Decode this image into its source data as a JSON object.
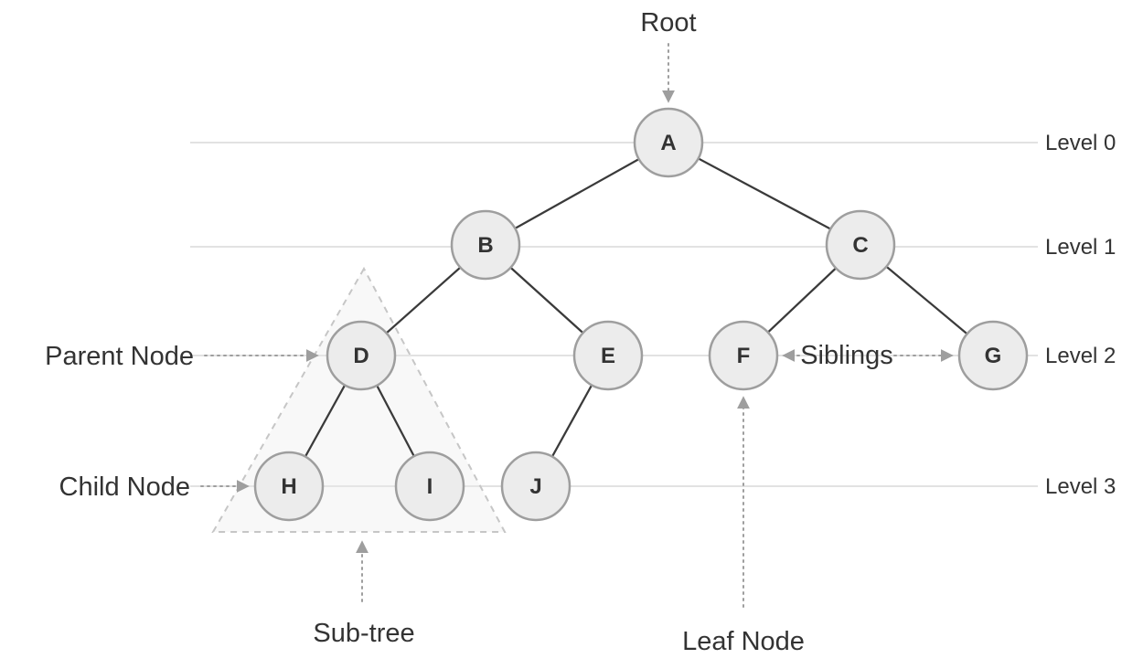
{
  "diagram": {
    "type": "binary-tree",
    "annotations": {
      "root": "Root",
      "parent_node": "Parent Node",
      "child_node": "Child Node",
      "sub_tree": "Sub-tree",
      "leaf_node": "Leaf Node",
      "siblings": "Siblings"
    },
    "levels": {
      "l0": "Level 0",
      "l1": "Level 1",
      "l2": "Level 2",
      "l3": "Level 3"
    },
    "nodes": {
      "A": "A",
      "B": "B",
      "C": "C",
      "D": "D",
      "E": "E",
      "F": "F",
      "G": "G",
      "H": "H",
      "I": "I",
      "J": "J"
    },
    "edges": [
      "A-B",
      "A-C",
      "B-D",
      "B-E",
      "C-F",
      "C-G",
      "D-H",
      "D-I",
      "E-J"
    ],
    "subtree_nodes": [
      "D",
      "H",
      "I"
    ],
    "colors": {
      "node_fill": "#ececec",
      "node_stroke": "#9e9e9e",
      "edge": "#3a3a3a",
      "annotation_arrow": "#9e9e9e",
      "level_line": "#e2e2e2",
      "text": "#333333"
    }
  }
}
